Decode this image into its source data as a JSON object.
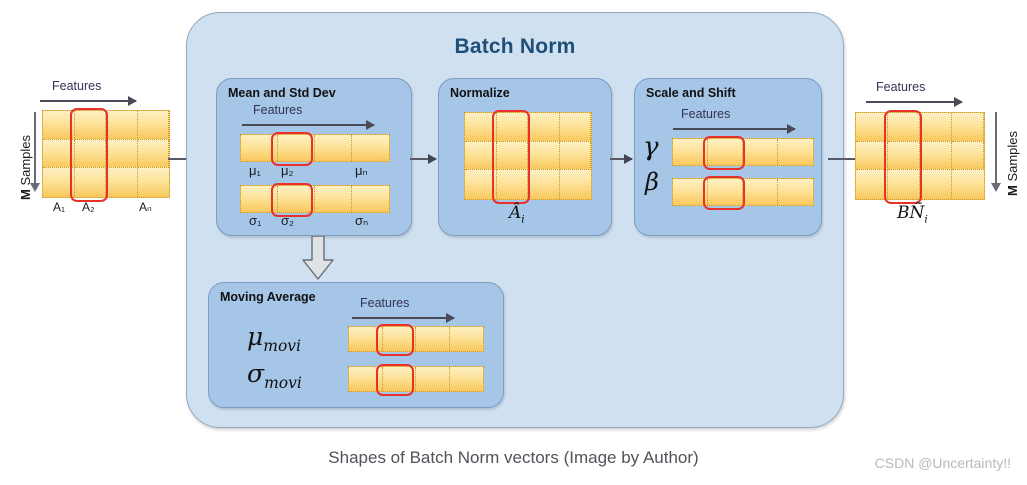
{
  "diagram": {
    "title": "Batch Norm",
    "title_color": "#1f4e79",
    "container_color": "#cfe0f1",
    "panel_color": "#a6c6e8",
    "cell_color": "#fde39a",
    "highlight_color": "#e8312a"
  },
  "input": {
    "features_label": "Features",
    "samples_label_prefix": "M",
    "samples_label": " Samples",
    "col_labels": [
      "A₁",
      "A₂",
      "Aₙ"
    ],
    "rows": 3,
    "cols": 4
  },
  "panels": {
    "mean_std": {
      "title": "Mean and Std Dev",
      "features_label": "Features",
      "mu_labels": [
        "μ₁",
        "μ₂",
        "μₙ"
      ],
      "sigma_labels": [
        "σ₁",
        "σ₂",
        "σₙ"
      ],
      "cols": 4
    },
    "normalize": {
      "title": "Normalize",
      "output_label": "Âi",
      "rows": 3,
      "cols": 4
    },
    "scale_shift": {
      "title": "Scale and Shift",
      "features_label": "Features",
      "gamma": "γ",
      "beta": "β",
      "cols": 4
    },
    "moving_average": {
      "title": "Moving Average",
      "features_label": "Features",
      "mu_mov": "μmovi",
      "sigma_mov": "σmovi",
      "cols": 4
    }
  },
  "output": {
    "features_label": "Features",
    "samples_label_prefix": "M",
    "samples_label": " Samples",
    "output_label": "BÑi",
    "rows": 3,
    "cols": 4
  },
  "caption": "Shapes of Batch Norm vectors (Image by Author)",
  "watermark": "CSDN @Uncertainty!!"
}
